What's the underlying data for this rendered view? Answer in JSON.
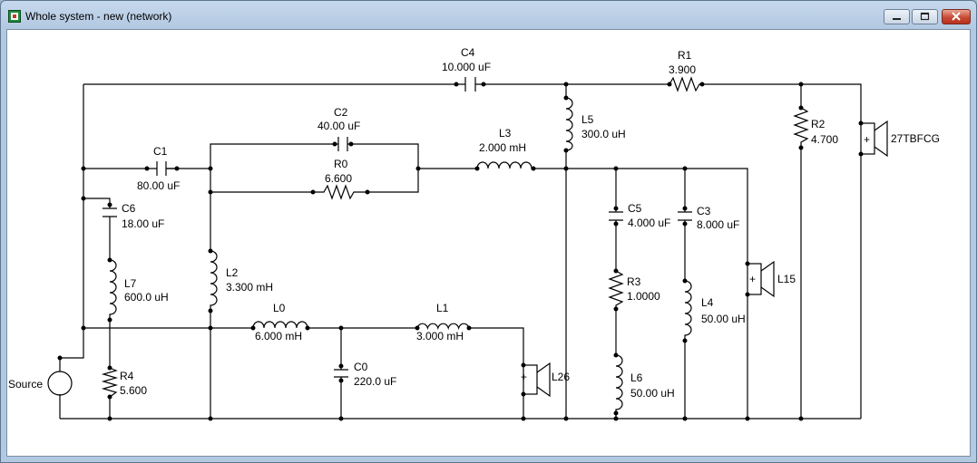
{
  "window": {
    "title": "Whole system - new (network)"
  },
  "labels": {
    "c4_name": "C4",
    "c4_val": "10.000 uF",
    "r1_name": "R1",
    "r1_val": "3.900",
    "l5_name": "L5",
    "l5_val": "300.0 uH",
    "r2_name": "R2",
    "r2_val": "4.700",
    "spk_main": "27TBFCG",
    "c2_name": "C2",
    "c2_val": "40.00 uF",
    "l3_name": "L3",
    "l3_val": "2.000 mH",
    "c1_name": "C1",
    "c1_val": "80.00 uF",
    "r0_name": "R0",
    "r0_val": "6.600",
    "c6_name": "C6",
    "c6_val": "18.00 uF",
    "c5_name": "C5",
    "c5_val": "4.000 uF",
    "c3_name": "C3",
    "c3_val": "8.000 uF",
    "l2_name": "L2",
    "l2_val": "3.300 mH",
    "l7_name": "L7",
    "l7_val": "600.0 uH",
    "spk_l15": "L15",
    "r3_name": "R3",
    "r3_val": "1.0000",
    "l4_name": "L4",
    "l4_val": "50.00 uH",
    "l0_name": "L0",
    "l0_val": "6.000 mH",
    "l1_name": "L1",
    "l1_val": "3.000 mH",
    "source": "Source",
    "r4_name": "R4",
    "r4_val": "5.600",
    "c0_name": "C0",
    "c0_val": "220.0 uF",
    "spk_l26": "L26",
    "l6_name": "L6",
    "l6_val": "50.00 uH",
    "plus": "+"
  }
}
